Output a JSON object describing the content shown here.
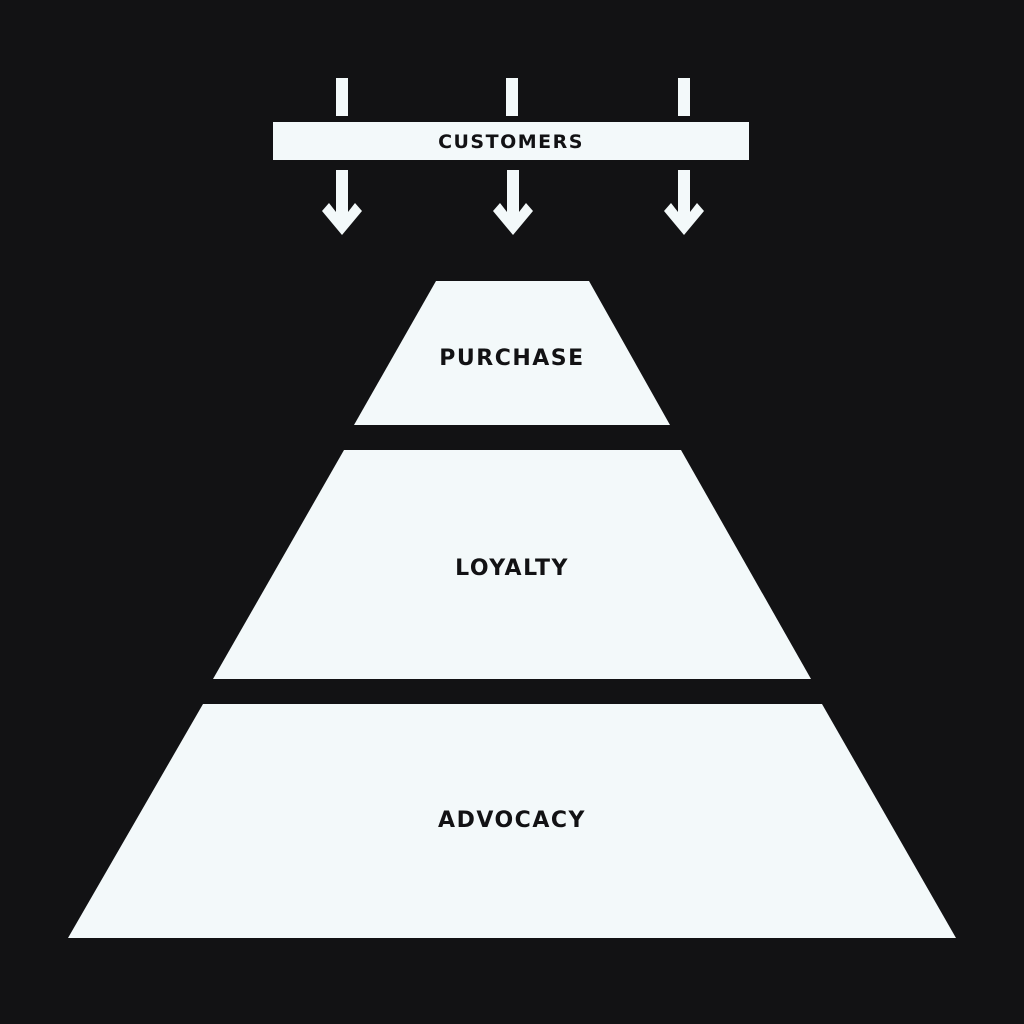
{
  "colors": {
    "background": "#121214",
    "shape_fill": "#f3f9fa",
    "text": "#121214"
  },
  "banner": {
    "label": "CUSTOMERS"
  },
  "pyramid": {
    "tiers": [
      {
        "label": "PURCHASE"
      },
      {
        "label": "LOYALTY"
      },
      {
        "label": "ADVOCACY"
      }
    ]
  }
}
